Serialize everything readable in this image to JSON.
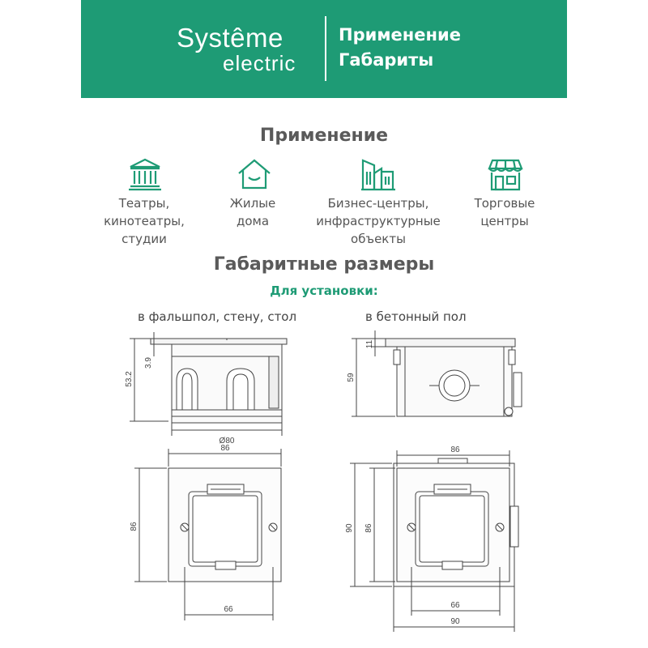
{
  "header": {
    "brand_line1": "Systême",
    "brand_line2": "electric",
    "title_line1": "Применение",
    "title_line2": "Габариты"
  },
  "application": {
    "title": "Применение",
    "items": [
      {
        "icon": "theater-icon",
        "lines": [
          "Театры,",
          "кинотеатры,",
          "студии"
        ]
      },
      {
        "icon": "house-icon",
        "lines": [
          "Жилые",
          "дома"
        ]
      },
      {
        "icon": "office-buildings-icon",
        "lines": [
          "Бизнес-центры,",
          "инфраструктурные",
          "объекты"
        ]
      },
      {
        "icon": "shop-icon",
        "lines": [
          "Торговые",
          "центры"
        ]
      }
    ]
  },
  "dimensions": {
    "title": "Габаритные размеры",
    "subtitle": "Для установки:",
    "left_label": "в фальшпол, стену, стол",
    "right_label": "в бетонный пол",
    "left_side": {
      "height": "53.2",
      "lip": "3.9",
      "diameter": "Ø80"
    },
    "right_side": {
      "height": "59",
      "lip": "11"
    },
    "left_top": {
      "width": "86",
      "height": "86",
      "inner": "66"
    },
    "right_top": {
      "width": "86",
      "height_inner": "86",
      "height_outer": "90",
      "inner": "66",
      "width_outer": "90"
    }
  },
  "colors": {
    "brand": "#1e9b75",
    "text": "#555555",
    "line": "#444444"
  }
}
